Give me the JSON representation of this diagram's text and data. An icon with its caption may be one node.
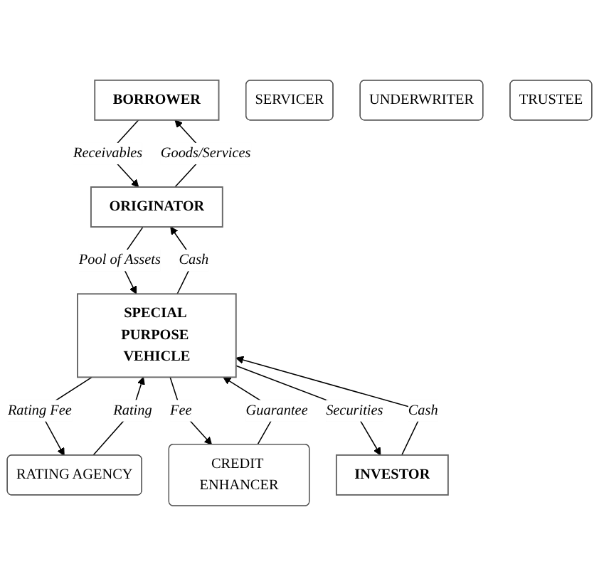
{
  "diagram": {
    "nodes": [
      {
        "text": [
          "BORROWER"
        ]
      },
      {
        "text": [
          "ORIGINATOR"
        ]
      },
      {
        "text": [
          "SERVICER"
        ]
      },
      {
        "text": [
          "RATING AGENCY"
        ]
      },
      {
        "text": [
          "SPECIAL PURPOSE VEHICLE"
        ]
      },
      {
        "text": [
          "CREDIT ENHANCER"
        ]
      },
      {
        "text": [
          "UNDERWRITER"
        ]
      },
      {
        "text": [
          "TRUSTEE"
        ]
      },
      {
        "text": [
          "INVESTOR"
        ]
      }
    ],
    "edges": [
      {
        "from": 1,
        "to": 0,
        "arrow": "to",
        "label": "Goods/Services"
      },
      {
        "from": 0,
        "to": 1,
        "arrow": "to",
        "label": "Receivables"
      },
      {
        "from": 1,
        "to": 4,
        "arrow": "to",
        "label": "Pool of Assets"
      },
      {
        "from": 4,
        "to": 1,
        "arrow": "to",
        "label": "Cash"
      },
      {
        "from": 4,
        "to": 3,
        "arrow": "to",
        "label": "Rating Fee"
      },
      {
        "from": 3,
        "to": 4,
        "arrow": "to",
        "label": "Rating"
      },
      {
        "from": 4,
        "to": 5,
        "arrow": "to",
        "label": "Fee"
      },
      {
        "from": 5,
        "to": 4,
        "arrow": "to",
        "label": "Guarantee"
      },
      {
        "from": 4,
        "to": 8,
        "arrow": "to",
        "label": "Securities"
      },
      {
        "from": 8,
        "to": 4,
        "arrow": "to",
        "label": "Cash"
      }
    ]
  }
}
